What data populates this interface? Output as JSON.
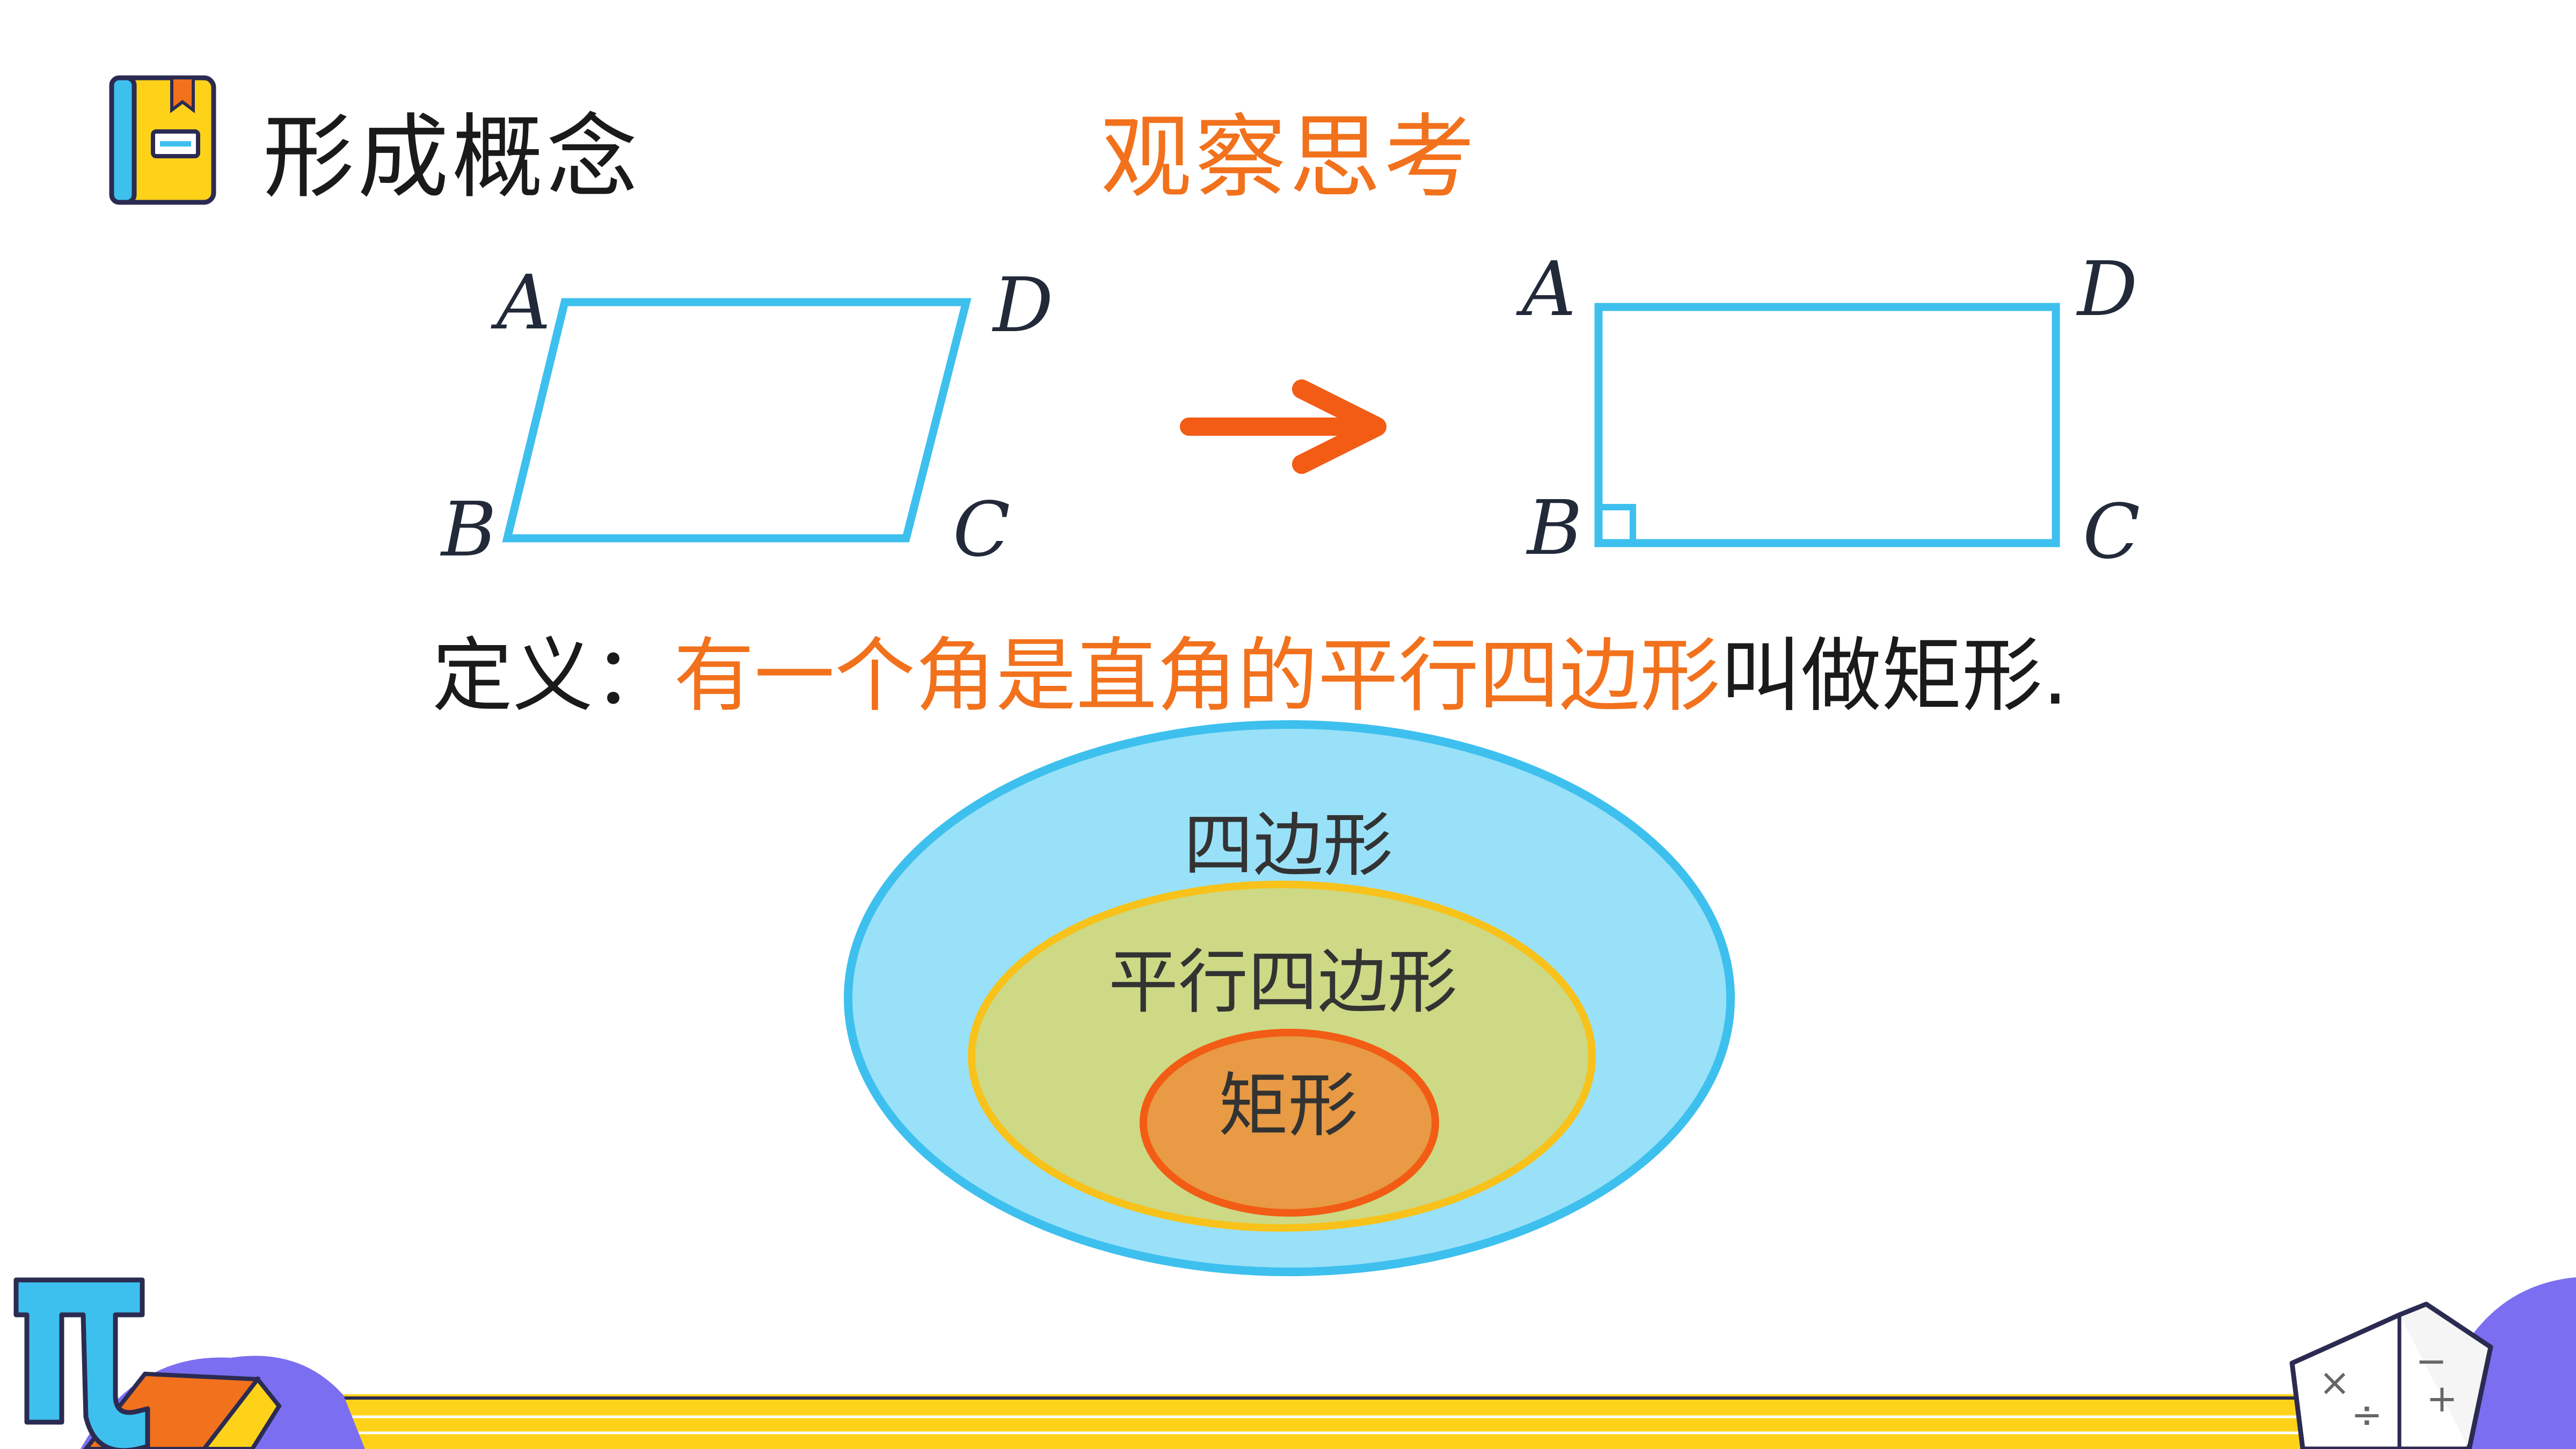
{
  "header": {
    "title": "形成概念",
    "subtitle": "观察思考"
  },
  "figures": {
    "parallelogram": {
      "A": "A",
      "D": "D",
      "B": "B",
      "C": "C"
    },
    "rectangle": {
      "A": "A",
      "D": "D",
      "B": "B",
      "C": "C"
    }
  },
  "definition": {
    "prefix": "定义：",
    "highlight": "有一个角是直角的平行四边形",
    "suffix": "叫做矩形."
  },
  "venn": {
    "outer": "四边形",
    "middle": "平行四边形",
    "inner": "矩形"
  },
  "colors": {
    "accent": "#f2711c",
    "shape_stroke": "#3ec0ee",
    "outer_fill": "#99e1f8",
    "middle_fill": "#cdd985",
    "middle_stroke": "#f8c21a",
    "inner_fill": "#e89a44",
    "inner_stroke": "#f25c14",
    "footer_bar": "#ffd21a"
  },
  "icons": {
    "header": "book-icon",
    "corner_left": "pi-symbol-icon",
    "corner_right": "open-math-book-icon",
    "arrow": "right-arrow-icon"
  }
}
